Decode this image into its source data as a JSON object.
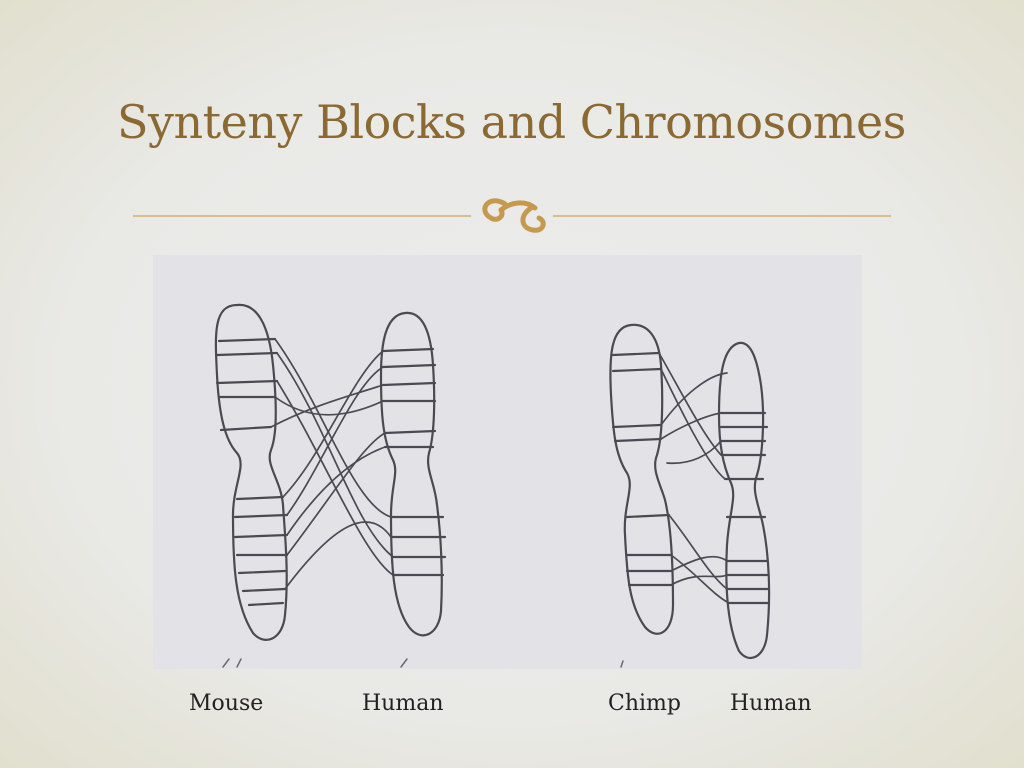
{
  "slide": {
    "title": "Synteny Blocks and Chromosomes",
    "accent_color": "#c9a464",
    "title_color": "#8a6a32",
    "divider_icon": "ornament-icon"
  },
  "figure": {
    "description_icon": "hand-drawn-chromosome-sketch",
    "labels": [
      "Mouse",
      "Human",
      "Chimp",
      "Human"
    ]
  }
}
